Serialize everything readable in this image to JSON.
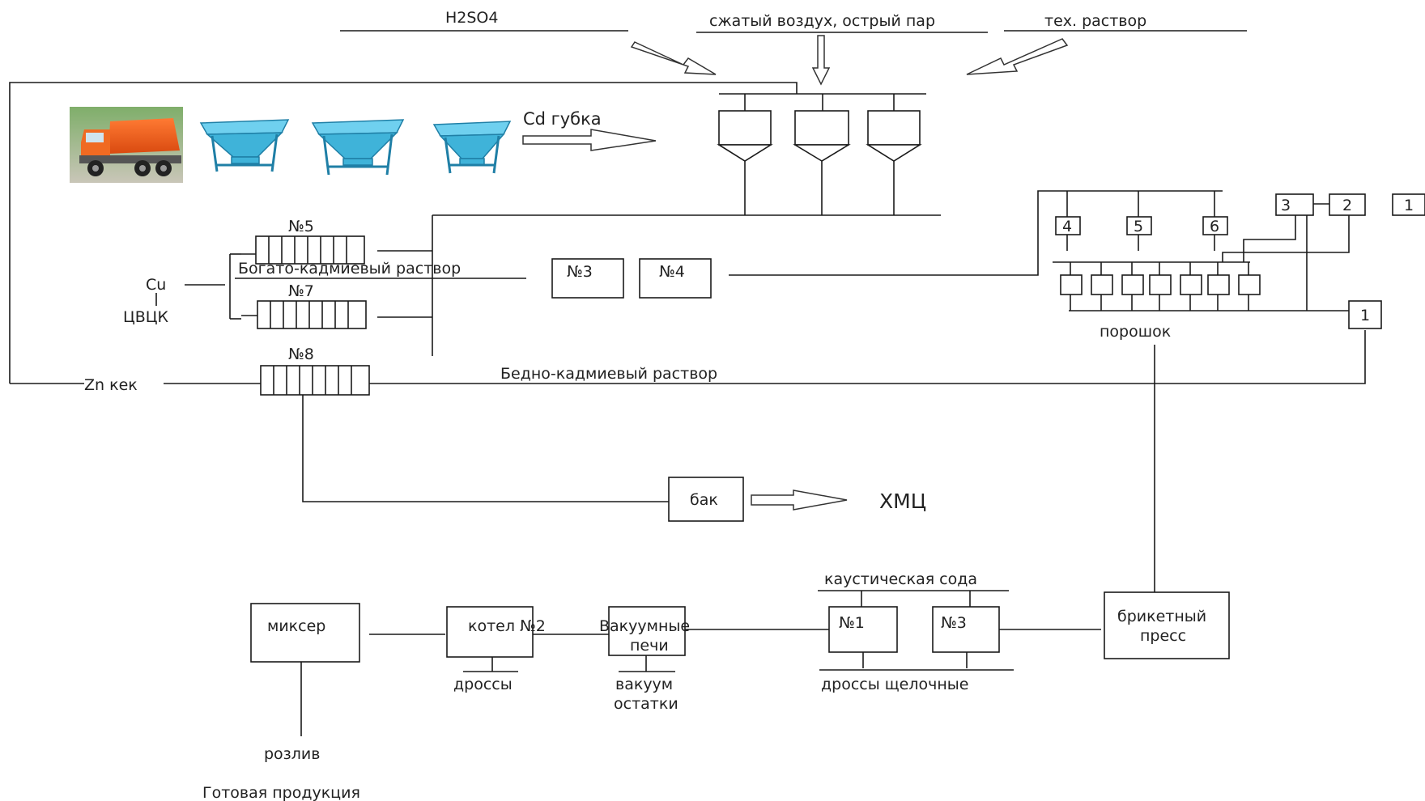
{
  "inputs": {
    "h2so4": "H2SO4",
    "air_steam": "сжатый воздух, острый пар",
    "tech_solution": "тех. раствор"
  },
  "cd_sponge": "Cd губка",
  "tanks": {
    "n5": "№5",
    "n7": "№7",
    "n8": "№8",
    "n3": "№3",
    "n4": "№4"
  },
  "rich_solution": "Богато-кадмиевый раствор",
  "poor_solution": "Бедно-кадмиевый раствор",
  "cu": "Cu",
  "cvck": "ЦВЦК",
  "zn_cake": "Zn кек",
  "tank_bak": "бак",
  "hmc": "ХМЦ",
  "filters": {
    "f4": "4",
    "f5": "5",
    "f6": "6",
    "f3": "3",
    "f2": "2",
    "f1_top": "1",
    "f1": "1"
  },
  "powder": "порошок",
  "caustic_soda": "каустическая сода",
  "briquette_press": [
    "брикетный",
    "пресс"
  ],
  "vessel_n1": "№1",
  "vessel_n3": "№3",
  "alkaline_dross": "дроссы щелочные",
  "vacuum_furnaces": [
    "Вакуумные",
    "печи"
  ],
  "vacuum_residue": [
    "вакуум",
    "остатки"
  ],
  "boiler": "котел №2",
  "dross": "дроссы",
  "mixer": "миксер",
  "pouring": "розлив",
  "finished_product": "Готовая продукция"
}
